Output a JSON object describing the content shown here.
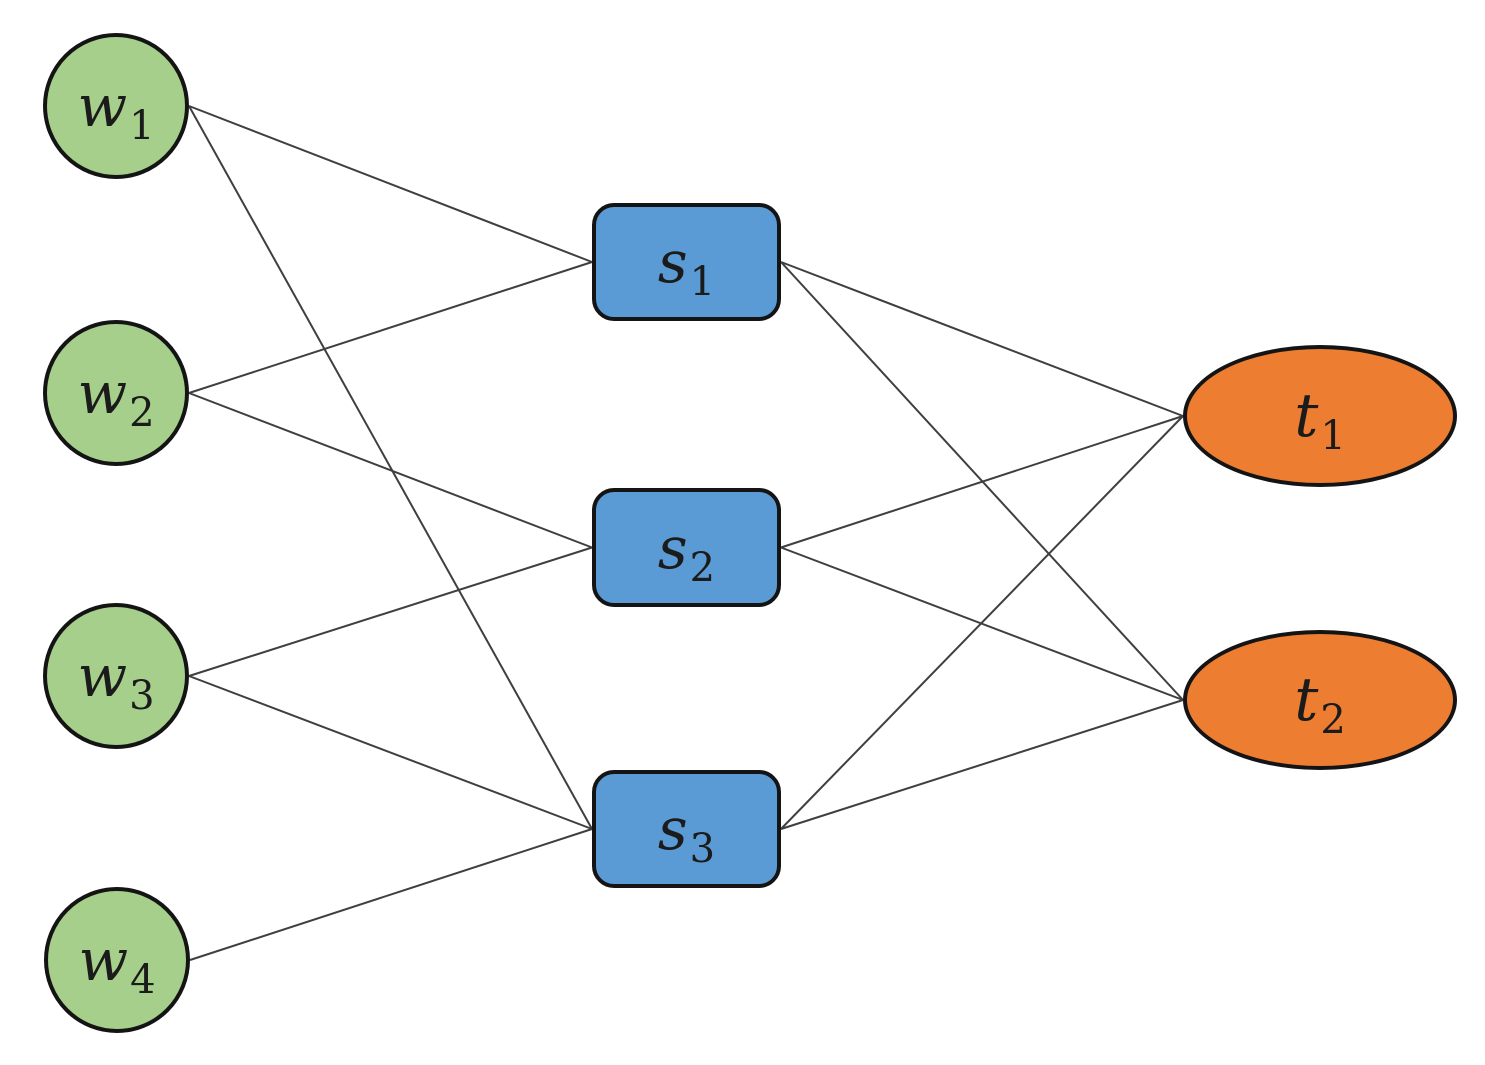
{
  "diagram": {
    "background_color": "#ffffff",
    "edge_color": "#3f3f3f",
    "edge_width": 2,
    "node_colors": {
      "source_green": "#a5cf8b",
      "middle_blue": "#5b9bd5",
      "target_orange": "#ed7d31",
      "border": "#141414"
    },
    "nodes": [
      {
        "id": "w1",
        "label": "w1",
        "label_base": "w",
        "label_sub": "1",
        "shape": "circle",
        "layer": "left",
        "fill": "#a5cf8b",
        "border": "#141414"
      },
      {
        "id": "w2",
        "label": "w2",
        "label_base": "w",
        "label_sub": "2",
        "shape": "circle",
        "layer": "left",
        "fill": "#a5cf8b",
        "border": "#141414"
      },
      {
        "id": "w3",
        "label": "w3",
        "label_base": "w",
        "label_sub": "3",
        "shape": "circle",
        "layer": "left",
        "fill": "#a5cf8b",
        "border": "#141414"
      },
      {
        "id": "w4",
        "label": "w4",
        "label_base": "w",
        "label_sub": "4",
        "shape": "circle",
        "layer": "left",
        "fill": "#a5cf8b",
        "border": "#141414"
      },
      {
        "id": "s1",
        "label": "s1",
        "label_base": "s",
        "label_sub": "1",
        "shape": "rounded-rect",
        "layer": "middle",
        "fill": "#5b9bd5",
        "border": "#141414"
      },
      {
        "id": "s2",
        "label": "s2",
        "label_base": "s",
        "label_sub": "2",
        "shape": "rounded-rect",
        "layer": "middle",
        "fill": "#5b9bd5",
        "border": "#141414"
      },
      {
        "id": "s3",
        "label": "s3",
        "label_base": "s",
        "label_sub": "3",
        "shape": "rounded-rect",
        "layer": "middle",
        "fill": "#5b9bd5",
        "border": "#141414"
      },
      {
        "id": "t1",
        "label": "t1",
        "label_base": "t",
        "label_sub": "1",
        "shape": "ellipse",
        "layer": "right",
        "fill": "#ed7d31",
        "border": "#141414"
      },
      {
        "id": "t2",
        "label": "t2",
        "label_base": "t",
        "label_sub": "2",
        "shape": "ellipse",
        "layer": "right",
        "fill": "#ed7d31",
        "border": "#141414"
      }
    ],
    "edges": [
      {
        "from": "w1",
        "to": "s1"
      },
      {
        "from": "w1",
        "to": "s3"
      },
      {
        "from": "w2",
        "to": "s1"
      },
      {
        "from": "w2",
        "to": "s2"
      },
      {
        "from": "w3",
        "to": "s2"
      },
      {
        "from": "w3",
        "to": "s3"
      },
      {
        "from": "w4",
        "to": "s3"
      },
      {
        "from": "s1",
        "to": "t1"
      },
      {
        "from": "s1",
        "to": "t2"
      },
      {
        "from": "s2",
        "to": "t1"
      },
      {
        "from": "s2",
        "to": "t2"
      },
      {
        "from": "s3",
        "to": "t1"
      },
      {
        "from": "s3",
        "to": "t2"
      }
    ]
  }
}
